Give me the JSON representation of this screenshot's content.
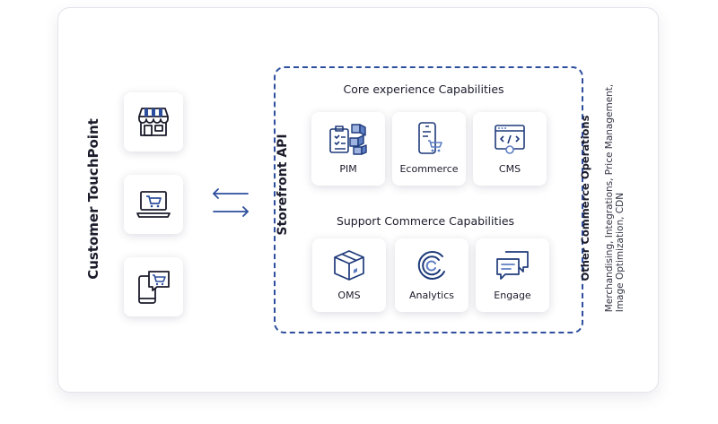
{
  "touchpoint": {
    "title": "Customer TouchPoint",
    "icons": [
      "storefront-icon",
      "laptop-cart-icon",
      "mobile-cart-icon"
    ]
  },
  "storefront_api": "Storefront API",
  "core": {
    "title": "Core experience Capabilities",
    "items": [
      {
        "label": "PIM",
        "icon": "pim-boxes-icon"
      },
      {
        "label": "Ecommerce",
        "icon": "ecommerce-phone-icon"
      },
      {
        "label": "CMS",
        "icon": "cms-window-icon"
      }
    ]
  },
  "support": {
    "title": "Support Commerce Capabilities",
    "items": [
      {
        "label": "OMS",
        "icon": "oms-box-icon"
      },
      {
        "label": "Analytics",
        "icon": "analytics-icon"
      },
      {
        "label": "Engage",
        "icon": "engage-chat-icon"
      }
    ]
  },
  "other": {
    "title": "Other Commerce Operations",
    "lines": [
      "Merchandising, Integrations, Price Management,",
      "Image Optimization, CDN"
    ]
  },
  "colors": {
    "accent": "#2d4e9c",
    "icon": "#1e3a7a",
    "text": "#1b1b2b"
  }
}
